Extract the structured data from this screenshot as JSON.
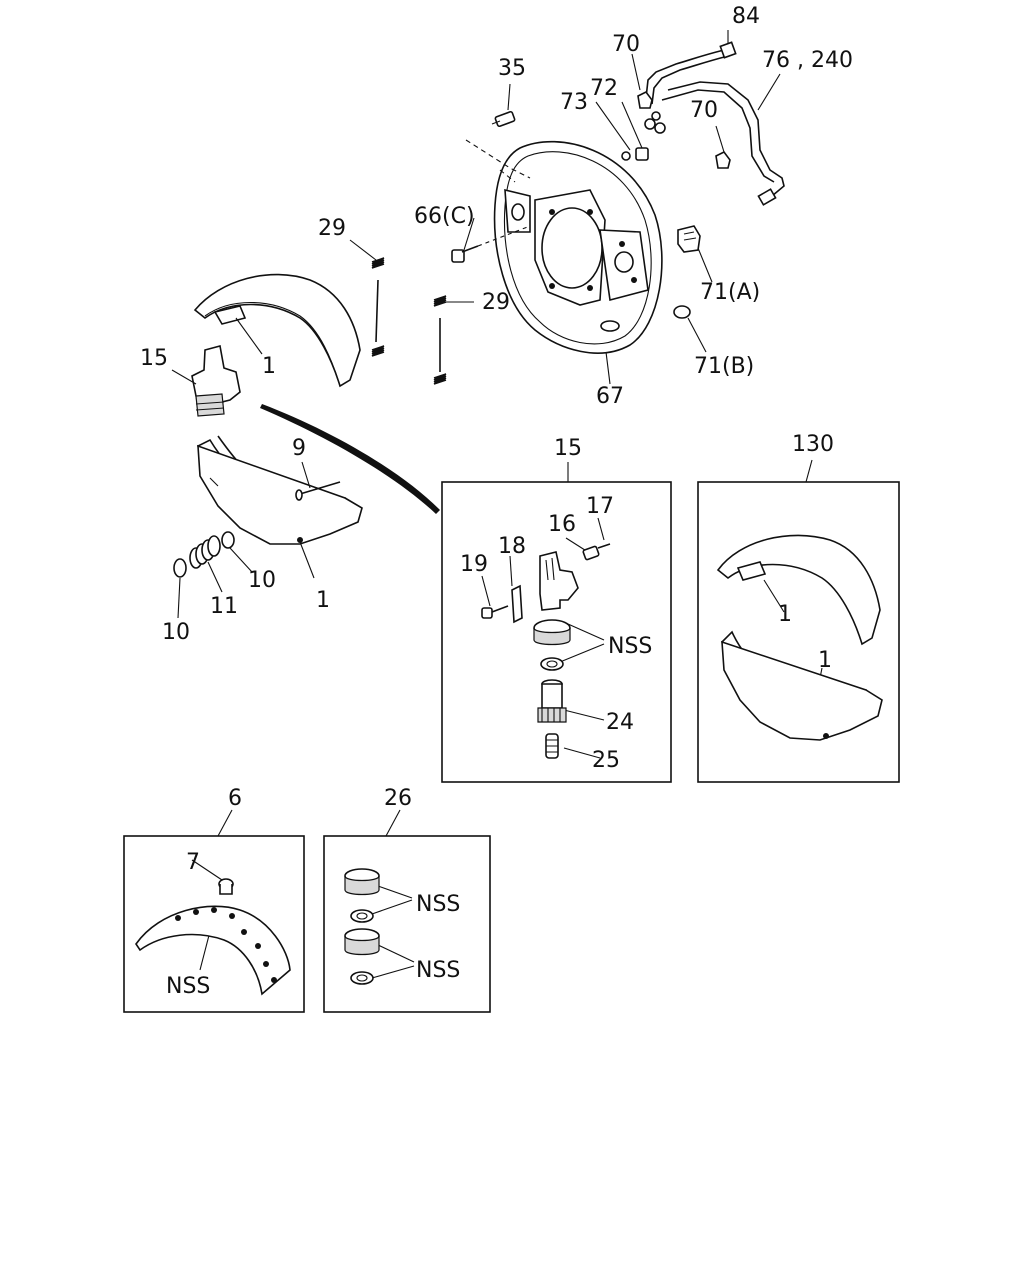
{
  "diagram": {
    "callouts": {
      "c84": "84",
      "c76_240": "76 , 240",
      "c70a": "70",
      "c70b": "70",
      "c35": "35",
      "c73": "73",
      "c72": "72",
      "c66c": "66(C)",
      "c29a": "29",
      "c29b": "29",
      "c71a": "71(A)",
      "c71b": "71(B)",
      "c67": "67",
      "c15": "15",
      "c1a": "1",
      "c1b": "1",
      "c9": "9",
      "c10a": "10",
      "c10b": "10",
      "c11": "11"
    },
    "box15": {
      "title": "15",
      "c16": "16",
      "c17": "17",
      "c18": "18",
      "c19": "19",
      "c24": "24",
      "c25": "25",
      "nss": "NSS"
    },
    "box130": {
      "title": "130",
      "c1a": "1",
      "c1b": "1"
    },
    "box6": {
      "title": "6",
      "c7": "7",
      "nss": "NSS"
    },
    "box26": {
      "title": "26",
      "nss1": "NSS",
      "nss2": "NSS"
    }
  }
}
